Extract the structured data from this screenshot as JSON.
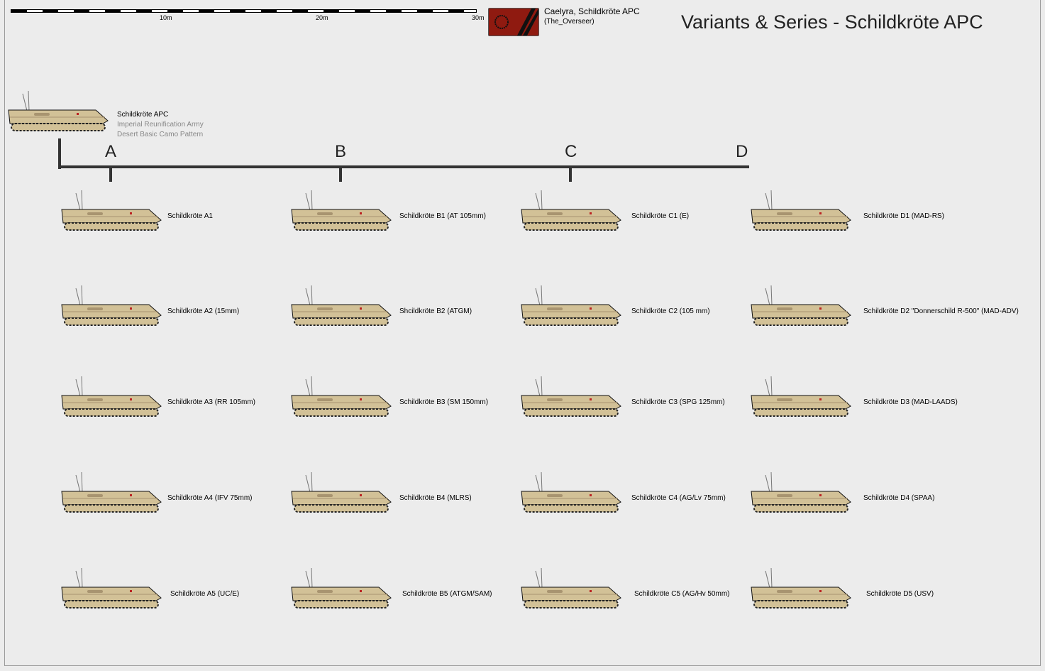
{
  "scale": {
    "ticks": [
      "10m",
      "20m",
      "30m"
    ]
  },
  "header": {
    "nation": "Caelyra, Schildkröte APC",
    "author": "(The_Overseer)",
    "title": "Variants & Series - Schildkröte APC",
    "flag_color": "#8f1a10"
  },
  "base": {
    "name": "Schildkröte APC",
    "operator": "Imperial Reunification Army",
    "camo": "Desert Basic Camo Pattern"
  },
  "series": [
    {
      "letter": "A",
      "variants": [
        "Schildkröte A1",
        "Schildkröte A2 (15mm)",
        "Schildkröte A3 (RR 105mm)",
        "Schildkröte A4 (IFV 75mm)",
        "Schildkröte A5 (UC/E)"
      ]
    },
    {
      "letter": "B",
      "variants": [
        "Schildkröte B1 (AT 105mm)",
        "Shcildkröte B2 (ATGM)",
        "Schildkröte B3 (SM 150mm)",
        "Schildkröte B4 (MLRS)",
        "Schildkröte B5 (ATGM/SAM)"
      ]
    },
    {
      "letter": "C",
      "variants": [
        "Schildkröte C1 (E)",
        "Schildkröte C2 (105 mm)",
        "Schildkröte C3 (SPG 125mm)",
        "Schildkröte C4 (AG/Lv 75mm)",
        "Schildkröte C5 (AG/Hv 50mm)"
      ]
    },
    {
      "letter": "D",
      "variants": [
        "Schildkröte D1 (MAD-RS)",
        "Schildkröte D2 \"Donnerschild R-500\" (MAD-ADV)",
        "Schildkröte D3 (MAD-LAADS)",
        "Schildkröte D4 (SPAA)",
        "Schildkröte D5 (USV)"
      ]
    }
  ],
  "colors": {
    "hull": "#d2c197",
    "hull_dark": "#a89470",
    "track": "#222222"
  }
}
